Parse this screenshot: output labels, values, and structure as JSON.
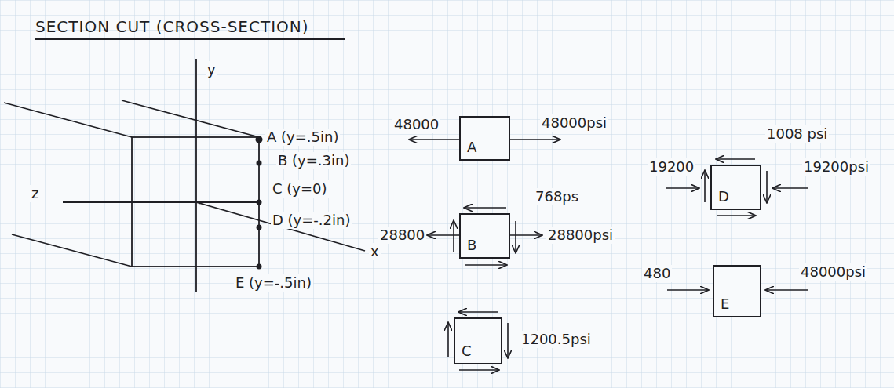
{
  "diagram": {
    "title": "SECTION CUT (CROSS-SECTION)",
    "nodes": [
      {
        "text": [
          "A"
        ]
      },
      {
        "text": [
          "B"
        ]
      },
      {
        "text": [
          "C"
        ]
      },
      {
        "text": [
          "D"
        ]
      },
      {
        "text": [
          "E"
        ]
      }
    ],
    "labels": [
      "y",
      "z",
      "A (y=.5in)",
      "B (y=.3in)",
      "C (y=0)",
      "D (y=-.2in)",
      "E (y=-.5in)",
      "x",
      "48000",
      "48000psi",
      "768ps",
      "28800",
      "28800psi",
      "1200.5psi",
      "1008 psi",
      "19200",
      "19200psi",
      "480",
      "48000psi"
    ]
  }
}
